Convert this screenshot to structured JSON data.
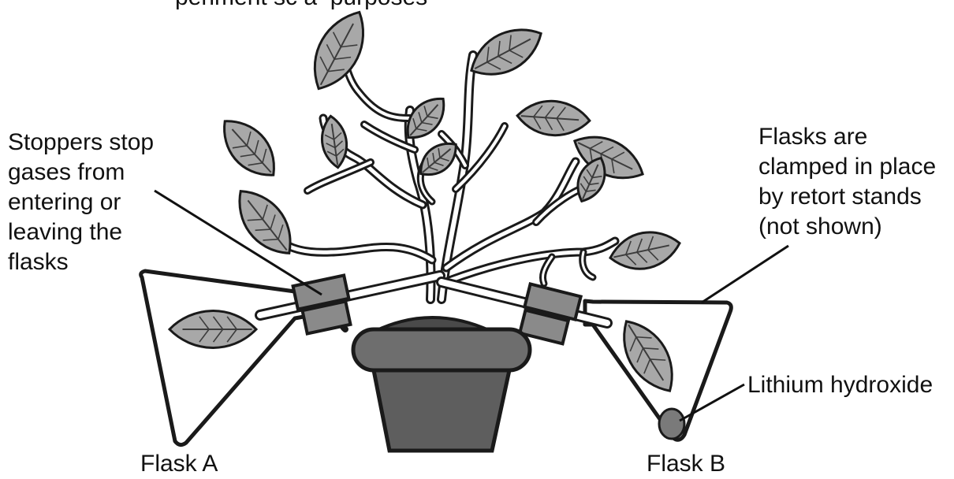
{
  "colors": {
    "leaf_fill": "#a8a8a8",
    "leaf_vein": "#3c3c3c",
    "outline": "#1a1a1a",
    "pot_fill": "#5e5e5e",
    "pot_rim": "#6e6e6e",
    "soil": "#4a4a4a",
    "stopper_fill": "#8a8a8a",
    "flask_fill": "#ffffff",
    "lithium_hydroxide_fill": "#7a7a7a"
  },
  "labels": {
    "partial_top": "periment sc a  purposes",
    "stoppers": "Stoppers stop\ngases from\nentering or\nleaving the\nflasks",
    "clamped": "Flasks are\nclamped in place\nby retort stands\n(not shown)",
    "lithium_hydroxide": "Lithium hydroxide",
    "flask_a": "Flask A",
    "flask_b": "Flask B"
  }
}
